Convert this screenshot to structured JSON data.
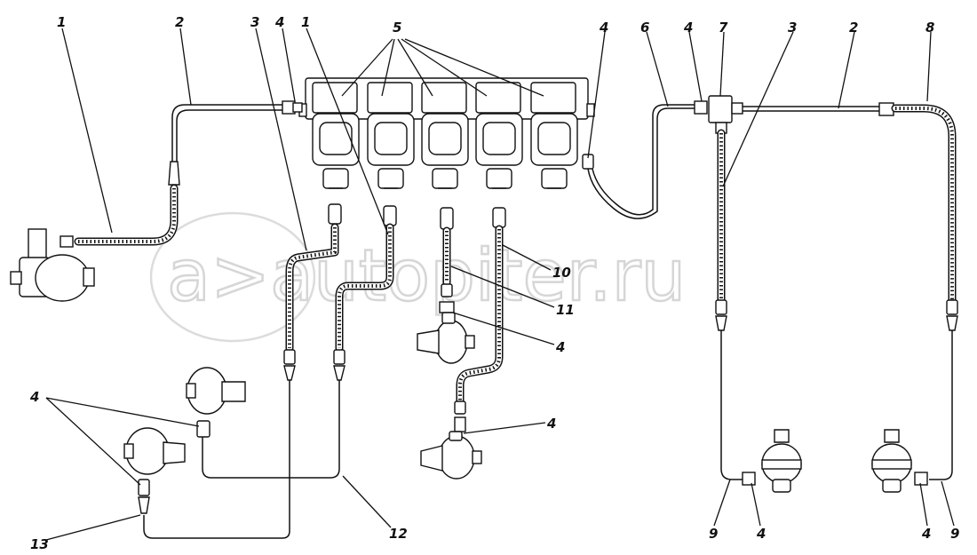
{
  "watermark": "a>autopiter.ru",
  "callouts": {
    "c1a": "1",
    "c2a": "2",
    "c3a": "3",
    "c4a": "4",
    "c1b": "1",
    "c5": "5",
    "c4b": "4",
    "c6": "6",
    "c4c": "4",
    "c7": "7",
    "c3b": "3",
    "c2b": "2",
    "c8": "8",
    "c10": "10",
    "c11": "11",
    "c4d": "4",
    "c4e": "4",
    "c4f": "4",
    "c12": "12",
    "c13": "13",
    "c9a": "9",
    "c4g": "4",
    "c4h": "4",
    "c9b": "9"
  }
}
